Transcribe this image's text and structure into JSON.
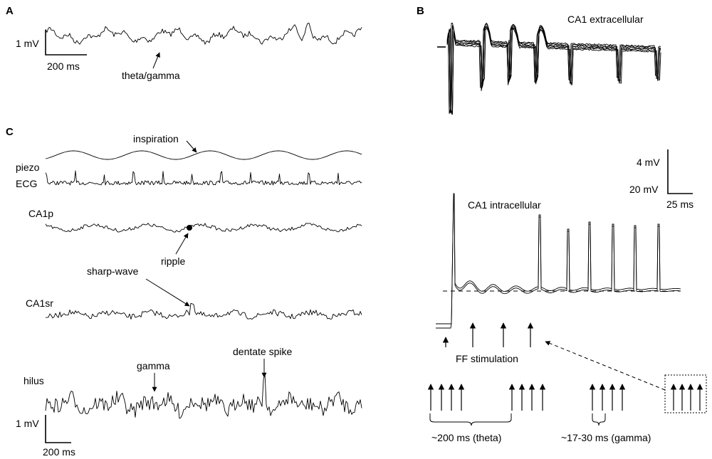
{
  "panels": {
    "a": {
      "label": "A",
      "scale_v": "1 mV",
      "scale_t": "200 ms",
      "annotation": "theta/gamma"
    },
    "b": {
      "label": "B",
      "extra_title": "CA1 extracellular",
      "intra_title": "CA1 intracellular",
      "scale_v_extra": "4 mV",
      "scale_v_intra": "20 mV",
      "scale_t": "25 ms",
      "stim_label": "FF stimulation",
      "theta_label": "~200 ms (theta)",
      "gamma_label": "~17-30 ms (gamma)"
    },
    "c": {
      "label": "C",
      "inspiration": "inspiration",
      "piezo": "piezo",
      "ecg": "ECG",
      "ca1p": "CA1p",
      "ripple": "ripple",
      "sharp_wave": "sharp-wave",
      "ca1sr": "CA1sr",
      "gamma": "gamma",
      "dentate_spike": "dentate spike",
      "hilus": "hilus",
      "scale_v": "1 mV",
      "scale_t": "200 ms"
    }
  }
}
